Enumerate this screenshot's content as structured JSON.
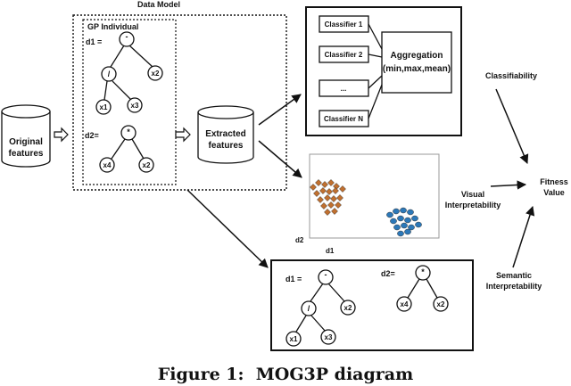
{
  "data_model": {
    "title": "Data Model",
    "individual_title": "GP Individual"
  },
  "original_features": {
    "line1": "Original",
    "line2": "features"
  },
  "extracted_features": {
    "line1": "Extracted",
    "line2": "features"
  },
  "tree_d1": {
    "label": "d1 =",
    "root": "-",
    "op": "/",
    "x1": "x1",
    "x3": "x3",
    "x2": "x2"
  },
  "tree_d2": {
    "label": "d2=",
    "root": "*",
    "x4": "x4",
    "x2": "x2"
  },
  "classifiers": [
    "Classifier 1",
    "Classifier 2",
    "...",
    "Classifier N"
  ],
  "aggregation": {
    "line1": "Aggregation",
    "line2": "(min,max,mean)"
  },
  "classifiability": "Classifiability",
  "visual": {
    "line1": "Visual",
    "line2": "Interpretability",
    "xlabel": "d1",
    "ylabel": "d2"
  },
  "semantic": {
    "line1": "Semantic",
    "line2": "Interpretability"
  },
  "fitness": {
    "line1": "Fitness",
    "line2": "Value"
  },
  "caption": "Figure 1:  MOG3P diagram",
  "colors": {
    "cluster_a": "#c07030",
    "cluster_b": "#2c78b8"
  }
}
